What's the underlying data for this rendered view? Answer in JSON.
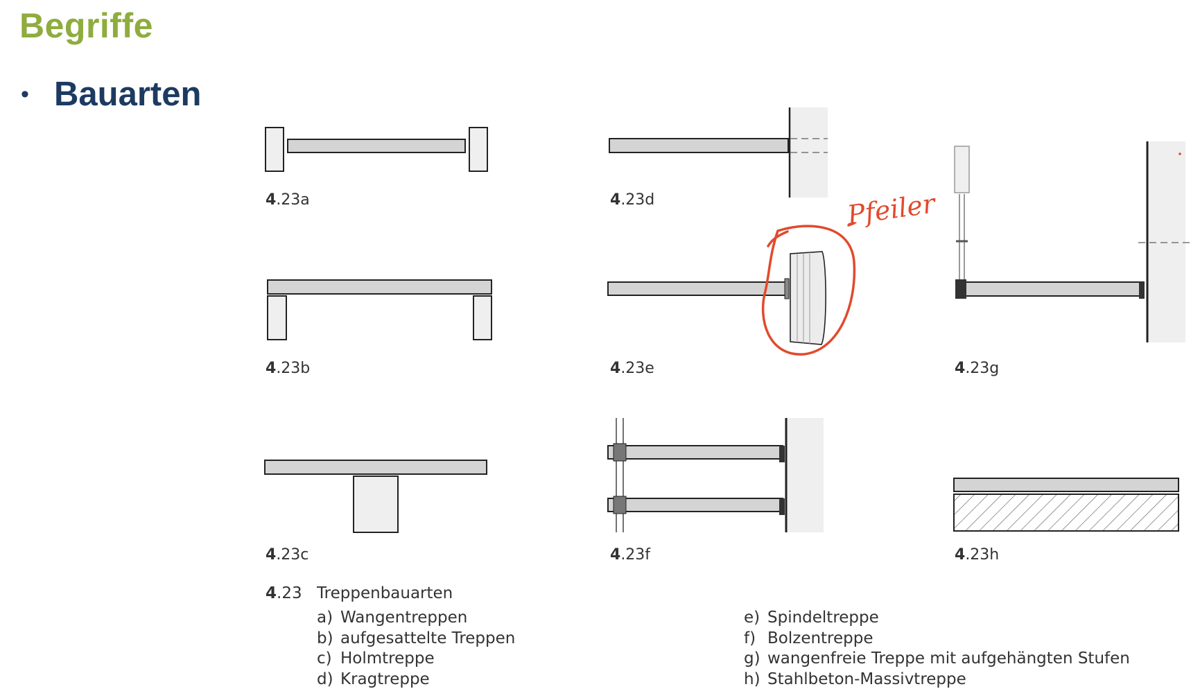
{
  "title": "Begriffe",
  "bullet": "Bauarten",
  "figures": [
    {
      "bold": "4",
      "rest": ".23a"
    },
    {
      "bold": "4",
      "rest": ".23b"
    },
    {
      "bold": "4",
      "rest": ".23c"
    },
    {
      "bold": "4",
      "rest": ".23d"
    },
    {
      "bold": "4",
      "rest": ".23e"
    },
    {
      "bold": "4",
      "rest": ".23f"
    },
    {
      "bold": "4",
      "rest": ".23g"
    },
    {
      "bold": "4",
      "rest": ".23h"
    }
  ],
  "caption": {
    "ref_bold": "4",
    "ref_rest": ".23",
    "title": "Treppenbauarten",
    "items": [
      {
        "key": "a)",
        "text": "Wangentreppen"
      },
      {
        "key": "b)",
        "text": "aufgesattelte Treppen"
      },
      {
        "key": "c)",
        "text": "Holmtreppe"
      },
      {
        "key": "d)",
        "text": "Kragtreppe"
      },
      {
        "key": "e)",
        "text": "Spindeltreppe"
      },
      {
        "key": "f)",
        "text": "Bolzentreppe"
      },
      {
        "key": "g)",
        "text": "wangenfreie Treppe mit aufgehängten Stufen"
      },
      {
        "key": "h)",
        "text": "Stahlbeton-Massivtreppe"
      }
    ]
  },
  "annotation": "Pfeiler",
  "colors": {
    "title": "#8fac3e",
    "heading": "#1d3a61",
    "annotation": "#e14a2c",
    "step_fill": "#d4d4d4",
    "wall_fill": "#efefef"
  }
}
